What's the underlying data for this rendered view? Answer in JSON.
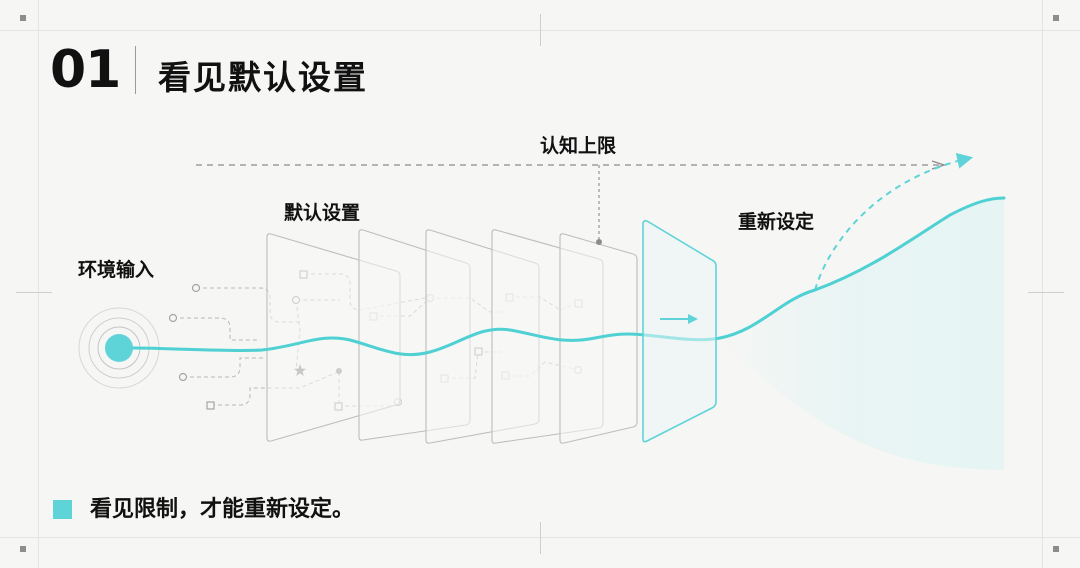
{
  "header": {
    "number": "01",
    "title": "看见默认设置"
  },
  "diagram": {
    "cognitive_limit_label": "认知上限",
    "default_settings_label": "默认设置",
    "environment_input_label": "环境输入",
    "reset_label": "重新设定"
  },
  "footer": {
    "caption": "看见限制，才能重新设定。"
  },
  "colors": {
    "accent": "#5fd4d8",
    "background": "#f6f6f4"
  }
}
